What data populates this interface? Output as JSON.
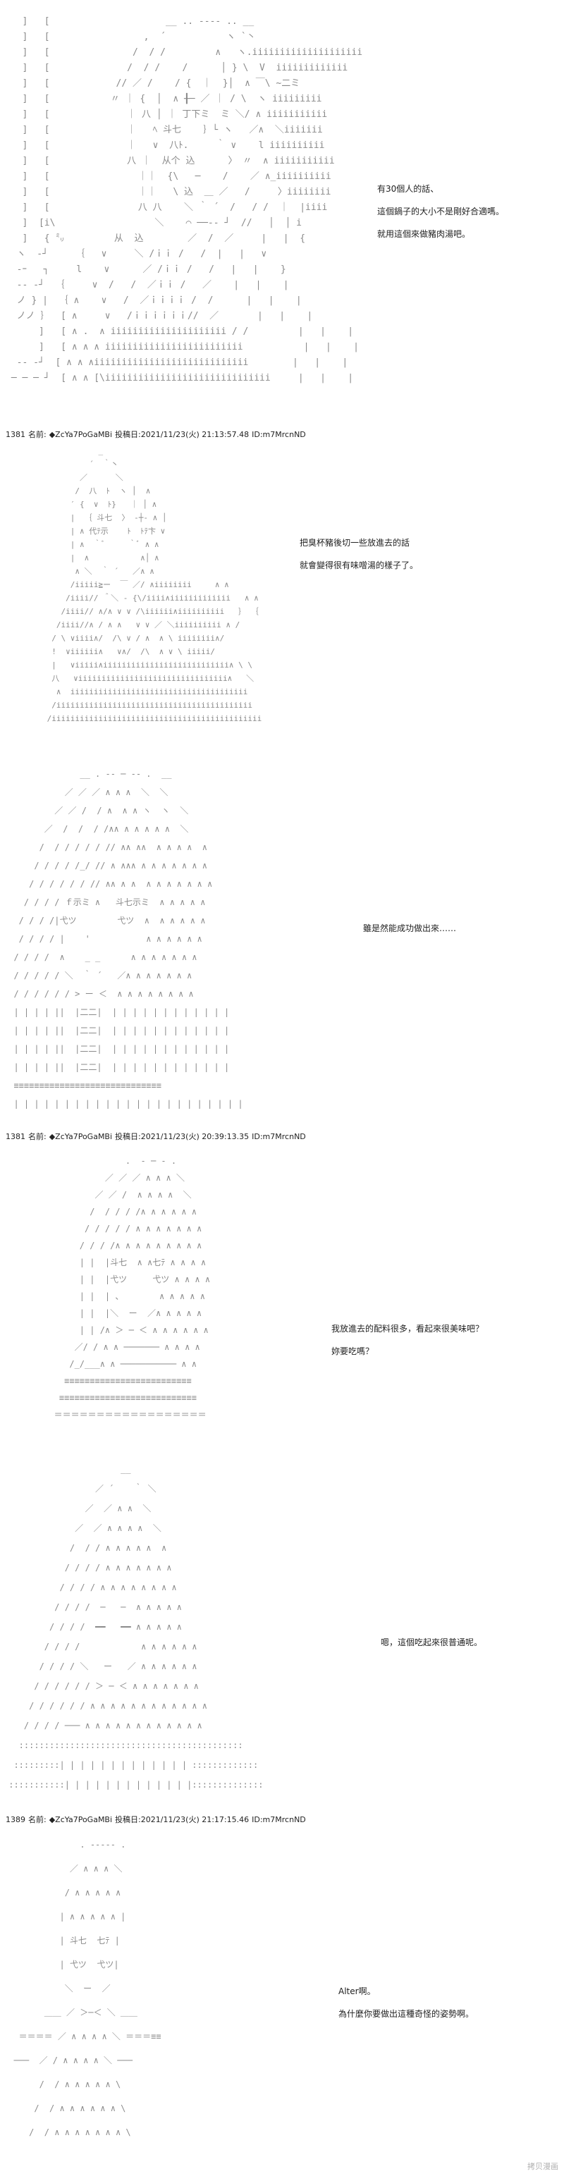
{
  "panels": [
    {
      "dialog": [
        "有30個人的話、",
        "這個鍋子的大小不是剛好合適嗎。",
        "就用這個來做豬肉湯吧。"
      ],
      "art": "   ]   [                     __ .. -‐‐- .. __\n   ]   [                 ,  ´           ヽ `丶\n   ]   [               /  / /         ∧   ヽ.iiiiiiiiiiiiiiiiiiii\n   ]   [              /  / /    /      │ } \\  V  iiiiiiiiiiiii\n   ]   [            // ／ /    / {  ｜  }│  ∧ ￣\\ ~二ミ\n   ]   [           〃 ｜ {  │  ∧ ╂─ ／ ｜ / \\  ヽ iiiiiiiii\n   ]   [              ｜ 八 │ ｜ 丁下ミ  ミ ＼/ ∧ iiiiiiiiiii\n   ]   [              ｜   ﾍ 斗七    ｝└ ヽ   ／∧  ＼iiiiiii\n   ]   [              ｜   ∨  八ﾄ.     ｀ ∨    l iiiiiiiiii\n   ]   [              八 ｜  从个 込      〉 〃  ∧ iiiiiiiiiii\n   ]   [                ｜｜  {\\   ─    /    ／ ∧_iiiiiiiiii\n   ]   [                ｜｜   \\ 込  ＿ ／   /     〉iiiiiiii\n   ]   [                八 八    ＼ ｀ ´  /   / /  ｜  |iiii\n   ]  [i\\                  ＼    ⌒ ──‐‐ ┘  //   │  │ i\n   ]   { ㍉         从  込        ／  /  ／     |   |  {\n  ヽ  ‐┘     ｛   ∨     ＼ /ｉｉ /   /  |   |   ∨\n  -ｰ   ┐     l    ∨      ／ /ｉｉ /   /   |   |    }\n  ‐‐ ‐┘  ｛     ∨  /   /  ／ｉｉ /   ／    |   |    |\n  ノ } |  ｛ ∧    ∨   /  ／ｉｉｉｉ /  /      |   |    |\n  ノノ ｝  [ ∧     ∨   /ｉｉｉｉｉｉ//  ／       |   |    |\n      ]   [ ∧ .  ∧ iiiiiiiiiiiiiiiiiiiii / /         |   |    |\n      ]   [ ∧ ∧ ∧ iiiiiiiiiiiiiiiiiiiiiiiii           |   |    |\n  ‐‐ ‐┘  [ ∧ ∧ ∧iiiiiiiiiiiiiiiiiiiiiiiiiiii        |   |    |\n ─ ─ ─ ┘  [ ∧ ∧ [\\iiiiiiiiiiiiiiiiiiiiiiiiiiiiii     |   |    |"
    },
    {
      "dialog": [
        "把臭杯豬後切一些放進去的話",
        "就會變得很有味噌湯的樣子了。"
      ],
      "art": "            _ \n          ´  ｀丶\n        ／      ＼\n       /  八  ﾄ  ヽ │  ∧\n      ′ {  ∨  ﾄ}   ｜ │ ∧\n      |  ｛ 斗七  〉 ‐┼‐ ∧ │\n      | ∧ 代ﾃ示    ﾄ  ﾄﾃ卞 ∨\n      | ∧  ｀ﾞ     ｀ﾞ ∧ ∧\n      |  ∧           ∧│ ∧\n       ∧ ＼  ｀ ´   ／∧ ∧\n      /iiiii≧ー  ￣ ／/ ∧iiiiiiii     ∧ ∧\n     /iiii// ＾＼ ‐ {\\/iiii∧iiiiiiiiiiiii   ∧ ∧\n    /iiii// ∧/∧ ∨ ∨ /\\iiiiii∧iiiiiiiiii   ｝ ｛\n   /iiii//∧ / ∧ ∧   ∨ ∨ ／ ＼iiiiiiiiii ∧ /\n  / \\ ∨iiii∧/  /\\ ∨ / ∧  ∧ \\ iiiiiiii∧/\n  !  ∨iiiiii∧   ∨∧/  /\\  ∧ ∨ \\ iiiii/\n  |   ∨iiiii∧iiiiiiiiiiiiiiiiiiiiiiiiiii∧ \\ \\\n  八   ∨iiiiiiiiiiiiiiiiiiiiiiiiiiiiiiii∧   ＼\n   ∧  iiiiiiiiiiiiiiiiiiiiiiiiiiiiiiiiiiiiii\n  /iiiiiiiiiiiiiiiiiiiiiiiiiiiiiiiiiiiiiiiiii\n /iiiiiiiiiiiiiiiiiiiiiiiiiiiiiiiiiiiiiiiiiiiii"
    },
    {
      "dialog": [
        "雖是然能成功做出來……"
      ],
      "art": "               __ . -‐ ─ ‐- .  __\n            ／ ／ ／ ∧ ∧ ∧  ＼  ＼\n          ／ ／ /  / ∧  ∧ ∧ ヽ  ヽ  ＼\n        ／  /  /  / /∧∧ ∧ ∧ ∧ ∧ ∧  ＼\n       /  / / / / / // ∧∧ ∧∧  ∧ ∧ ∧ ∧  ∧\n      / / / / /_/ // ∧ ∧∧∧ ∧ ∧ ∧ ∧ ∧ ∧ ∧\n     / / / / / / // ∧∧ ∧ ∧  ∧ ∧ ∧ ∧ ∧ ∧ ∧\n    / / / / ｆ示ミ ∧   斗七示ミ  ∧ ∧ ∧ ∧ ∧\n   / / / /|弋ツ        弋ツ  ∧  ∧ ∧ ∧ ∧ ∧\n   / / / / |    '           ∧ ∧ ∧ ∧ ∧ ∧\n  / / / /  ∧    _ _      ∧ ∧ ∧ ∧ ∧ ∧ ∧\n  / / / / / ＼  ｀ ´   ／∧ ∧ ∧ ∧ ∧ ∧ ∧\n  / / / / / / > ー ＜  ∧ ∧ ∧ ∧ ∧ ∧ ∧ ∧\n  | | | | ||  |二二|  | | | | | | | | | | | |\n  | | | | ||  |二二|  | | | | | | | | | | | |\n  | | | | ||  |二二|  | | | | | | | | | | | |\n  | | | | ||  |二二|  | | | | | | | | | | | |\n  ≡≡≡≡≡≡≡≡≡≡≡≡≡≡≡≡≡≡≡≡≡≡≡≡≡≡≡≡≡\n  | | | | | | | | | | | | | | | | | | | | | | |"
    },
    {
      "dialog": [
        "我放進去的配料很多，看起來很美味吧？",
        "妳要吃嗎？"
      ],
      "art": "                 .  - ─ - .\n             ／ ／ ／ ∧ ∧ ∧ ＼\n           ／ ／ /  ∧ ∧ ∧ ∧  ＼\n          /  / / / /∧ ∧ ∧ ∧ ∧ ∧\n         / / / / / ∧ ∧ ∧ ∧ ∧ ∧ ∧\n        / / / /∧ ∧ ∧ ∧ ∧ ∧ ∧ ∧ ∧\n        | |  |斗七  ∧ ∧七ﾃ ∧ ∧ ∧ ∧\n        | |  |弋ツ     弋ツ ∧ ∧ ∧ ∧\n        | |  | 、       ∧ ∧ ∧ ∧ ∧\n        | |  |＼  ー  ／∧ ∧ ∧ ∧ ∧\n        | | /∧ ＞ ─ ＜ ∧ ∧ ∧ ∧ ∧ ∧\n       ／/ / ∧ ∧ ─────── ∧ ∧ ∧ ∧\n      /_/___∧ ∧ ─────────── ∧ ∧\n     ≡≡≡≡≡≡≡≡≡≡≡≡≡≡≡≡≡≡≡≡≡≡≡≡≡\n    ≡≡≡≡≡≡≡≡≡≡≡≡≡≡≡≡≡≡≡≡≡≡≡≡≡≡≡\n   ＝＝＝＝＝＝＝＝＝＝＝＝＝＝＝＝＝＝"
    },
    {
      "dialog": [
        "嗯，這個吃起來很普通呢。"
      ],
      "art": "                       __\n                  ／ ´    ｀ ＼\n                ／  ／ ∧ ∧  ＼\n              ／  ／ ∧ ∧ ∧ ∧  ＼\n             /  / / ∧ ∧ ∧ ∧ ∧  ∧\n            / / / / ∧ ∧ ∧ ∧ ∧ ∧ ∧\n           / / / / ∧ ∧ ∧ ∧ ∧ ∧ ∧ ∧\n          / / / /  ─   ─  ∧ ∧ ∧ ∧ ∧\n         / / / /  ━━   ━━ ∧ ∧ ∧ ∧ ∧\n        / / / /            ∧ ∧ ∧ ∧ ∧ ∧\n       / / / / ＼   ー   ／ ∧ ∧ ∧ ∧ ∧ ∧\n      / / / / / / ＞ ─ ＜ ∧ ∧ ∧ ∧ ∧ ∧ ∧\n     / / / / / / ∧ ∧ ∧ ∧ ∧ ∧ ∧ ∧ ∧ ∧ ∧ ∧\n    / / / / ─── ∧ ∧ ∧ ∧ ∧ ∧ ∧ ∧ ∧ ∧ ∧ ∧\n   ::::::::::::::::::::::::::::::::::::::::::::\n  :::::::::| | | | | | | | | | | | | :::::::::::::\n :::::::::::| | | | | | | | | | | | |::::::::::::::"
    },
    {
      "dialog": [
        "Alter啊。",
        "為什麼你要做出這種奇怪的姿勢啊。"
      ],
      "art": "               . -‐‐‐- .\n             ／ ∧ ∧ ∧ ＼\n            / ∧ ∧ ∧ ∧ ∧\n           | ∧ ∧ ∧ ∧ ∧ |\n           | 斗七  七ﾃ |\n           | 弋ツ  弋ツ|\n            ＼  ー  ／\n        ＿＿ ／ ＞─＜ ＼ ＿＿\n   ＝＝＝＝ ／ ∧ ∧ ∧ ∧ ＼ ＝＝＝≡≡\n  ───  ／ / ∧ ∧ ∧ ∧ ＼ ───\n       /  / ∧ ∧ ∧ ∧ ∧ \\\n      /  / ∧ ∧ ∧ ∧ ∧ ∧ \\\n     /  / ∧ ∧ ∧ ∧ ∧ ∧ ∧ \\"
    }
  ],
  "separators": [
    {
      "num": "1381",
      "name": "名前:",
      "trip": "◆ZcYa7PoGaMBi",
      "date": "投稿日:2021/11/23(火) 21:13:57.48",
      "id": "ID:m7MrcnND"
    },
    {
      "num": "1381",
      "name": "名前:",
      "trip": "◆ZcYa7PoGaMBi",
      "date": "投稿日:2021/11/23(火) 20:39:13.35",
      "id": "ID:m7MrcnND"
    },
    {
      "num": "1389",
      "name": "名前:",
      "trip": "◆ZcYa7PoGaMBi",
      "date": "投稿日:2021/11/23(火) 21:17:15.46",
      "id": "ID:m7MrcnND"
    }
  ],
  "watermark": "拷贝漫画"
}
